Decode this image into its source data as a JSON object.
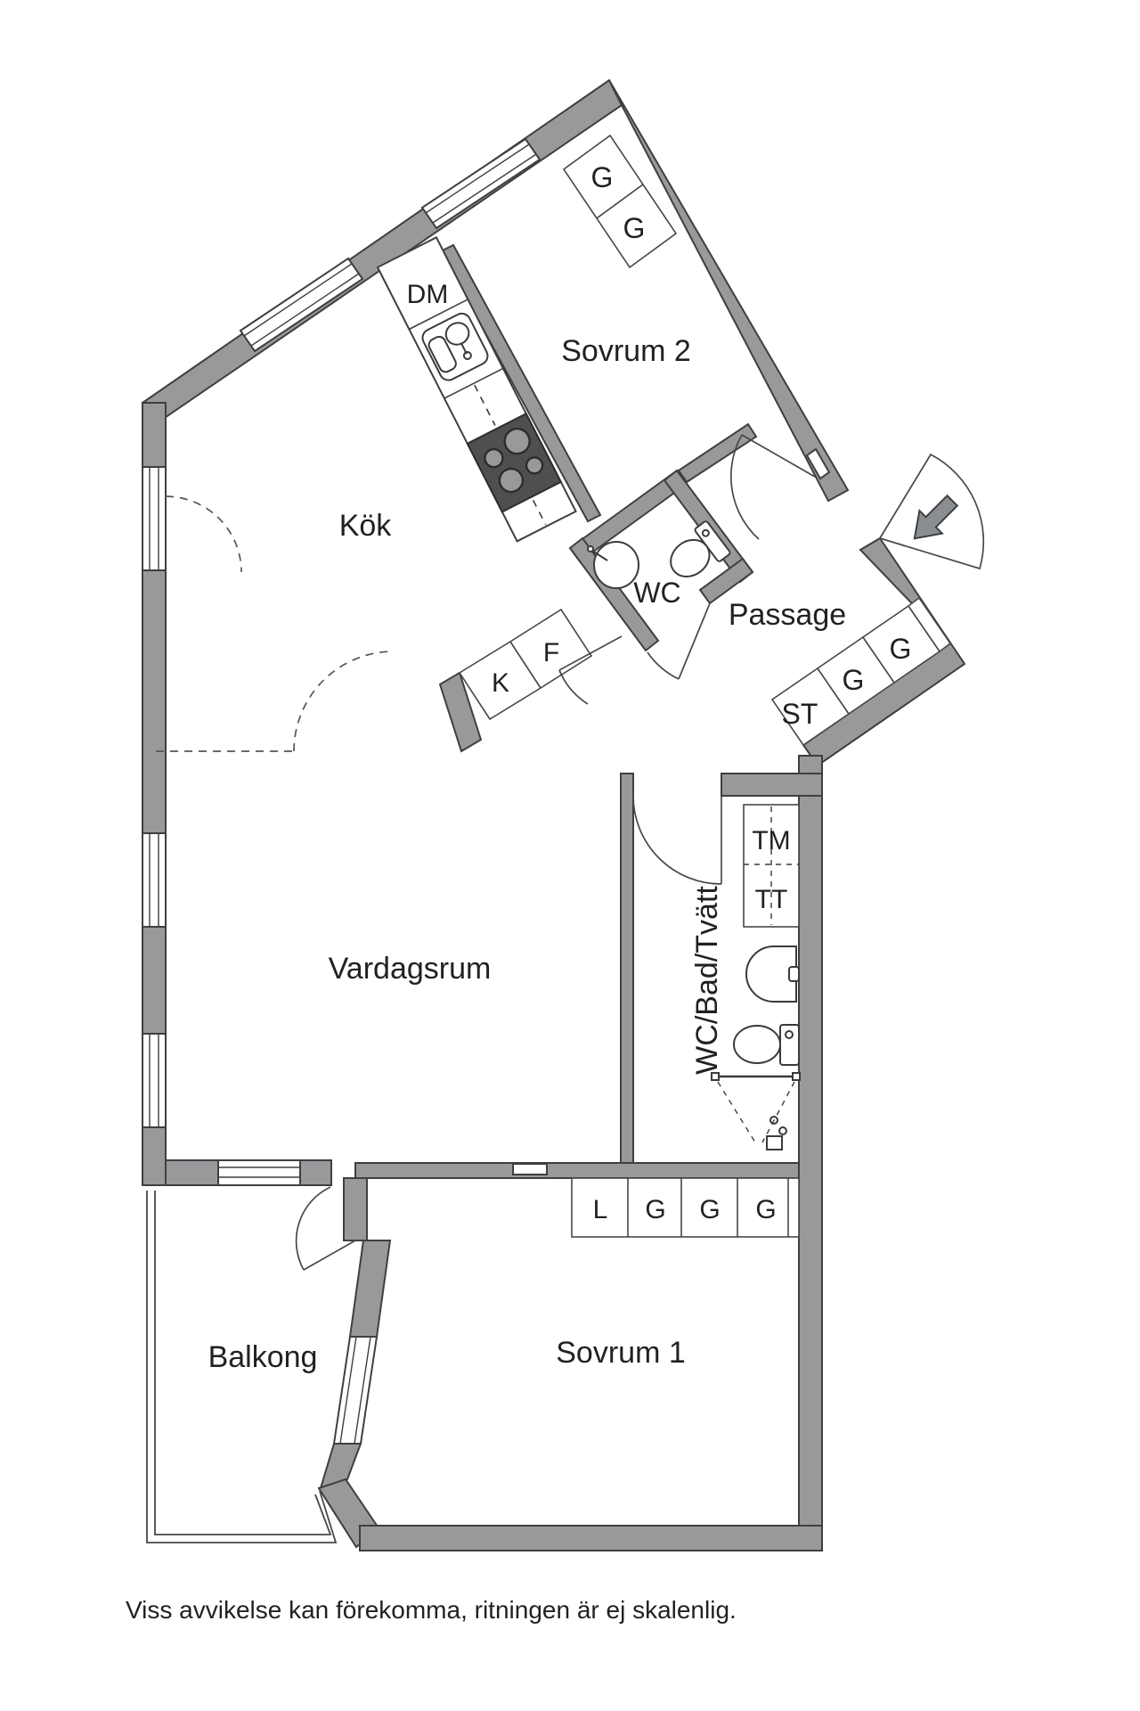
{
  "colors": {
    "wall": "#97999b",
    "outline": "#3e3f41",
    "stove": "#4e4f51",
    "burner": "#97999b",
    "text": "#1f2123",
    "background": "#ffffff"
  },
  "labels": {
    "bedroom2": "Sovrum 2",
    "kitchen": "Kök",
    "wc": "WC",
    "hallway": "Passage",
    "living_room": "Vardagsrum",
    "bathroom": "WC/Bad/Tvätt",
    "bedroom1": "Sovrum 1",
    "balcony": "Balkong",
    "wardrobe": "G",
    "cleaning_closet": "ST",
    "linen_closet": "L",
    "dishwasher": "DM",
    "fridge": "K",
    "freezer": "F",
    "washing_machine": "TM",
    "dryer": "TT",
    "footer": "Viss avvikelse kan förekomma, ritningen är ej skalenlig."
  }
}
